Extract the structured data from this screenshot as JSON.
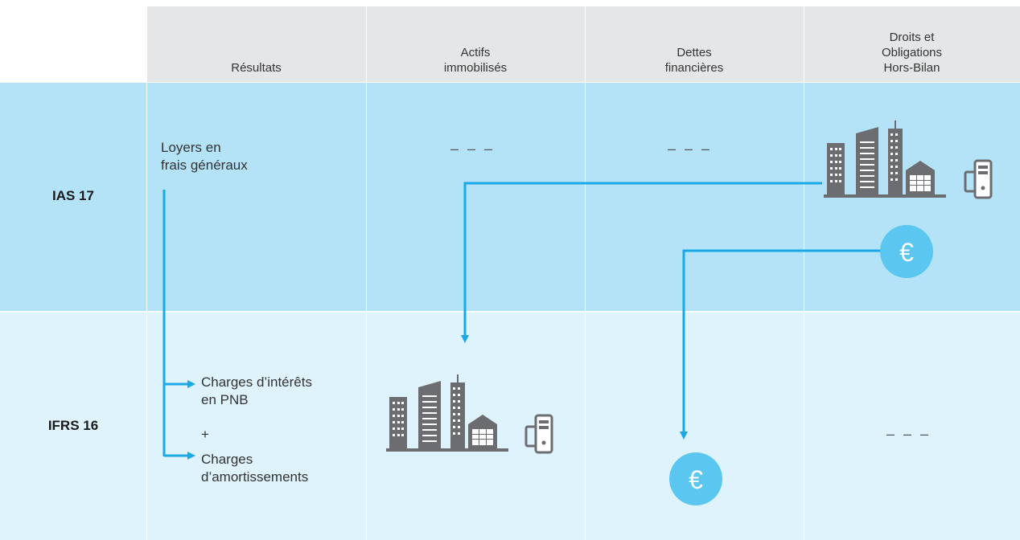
{
  "header": {
    "col1": "Résultats",
    "col2": "Actifs\nimmobilisés",
    "col3": "Dettes\nfinancières",
    "col4": "Droits et\nObligations\nHors-Bilan"
  },
  "rows": {
    "ias17": {
      "label": "IAS 17",
      "resultats": "Loyers en\nfrais généraux",
      "actifs": "– – –",
      "dettes": "– – –"
    },
    "ifrs16": {
      "label": "IFRS 16",
      "charges_interets": "Charges d’intérêts\nen PNB",
      "plus": "+",
      "charges_amort": "Charges\nd’amortissements",
      "hors_bilan": "– – –"
    }
  },
  "icons": {
    "euro_symbol": "€",
    "building": "buildings-icon",
    "computer": "computer-icon",
    "euro": "euro-coin-icon"
  },
  "colors": {
    "arrow": "#1aa9e6",
    "icon_gray": "#6b6d70",
    "coin": "#5bc6f0",
    "ias_bg": "#b4e3f8",
    "ifrs_bg": "#dff3fc",
    "header_bg": "#e5e6e8"
  }
}
